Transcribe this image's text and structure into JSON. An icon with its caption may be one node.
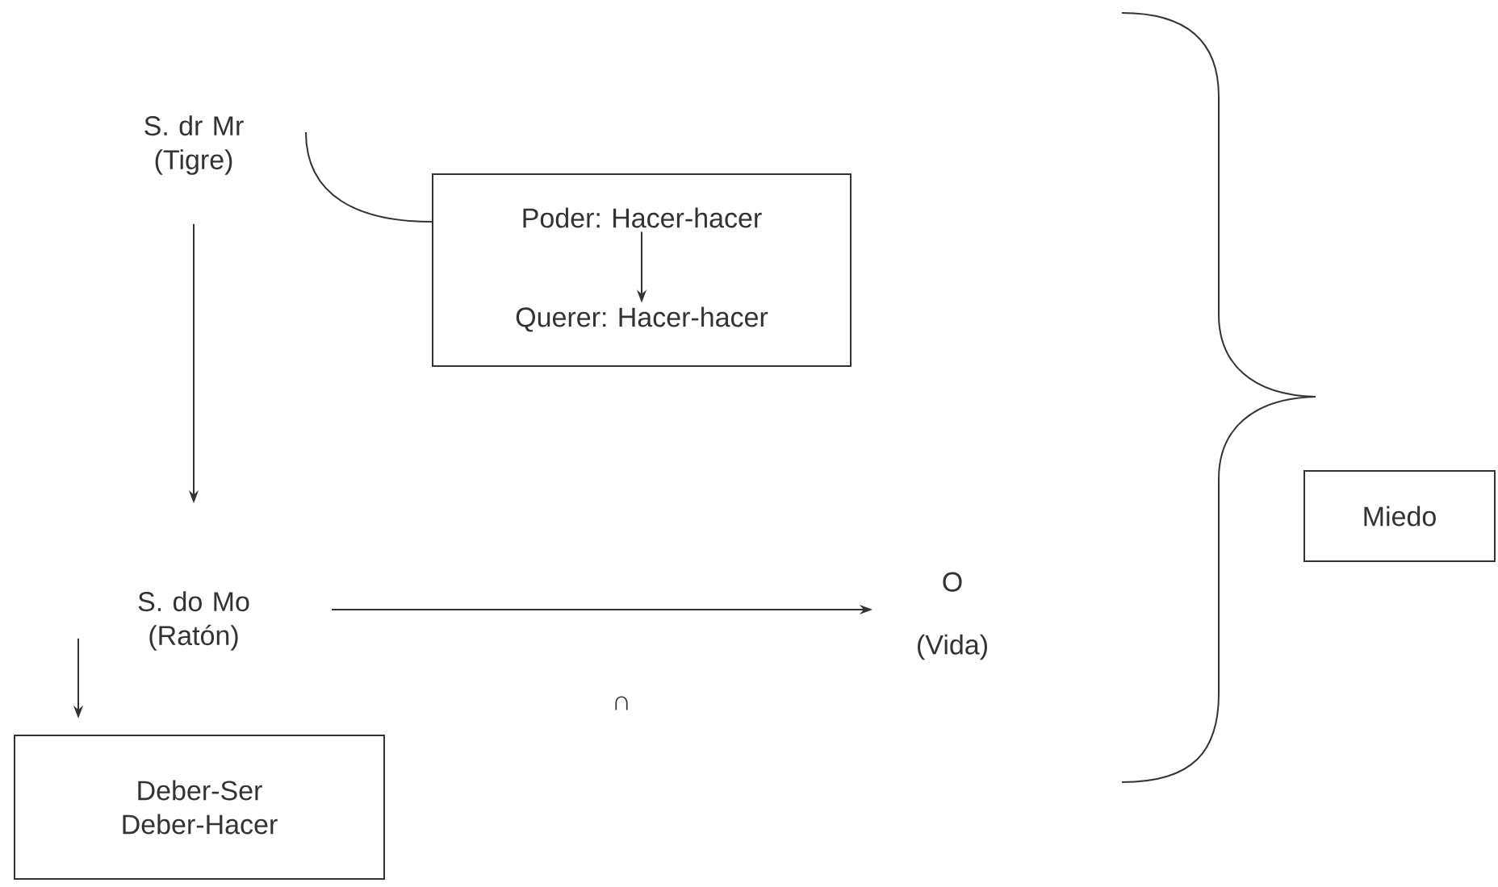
{
  "diagram": {
    "nodes": [
      {
        "text": [
          "S. dr Mr (Tigre)"
        ]
      },
      {
        "text": [],
        "shape": "box"
      },
      {
        "text": [
          "Poder: Hacer-hacer"
        ],
        "in": 1
      },
      {
        "text": [
          "Querer: Hacer-hacer"
        ],
        "in": 1
      },
      {
        "text": [
          "S. do Mo (Ratón)"
        ]
      },
      {
        "text": [
          "Deber-Ser Deber-Hacer"
        ]
      },
      {
        "text": [
          "O",
          "(Vida)"
        ]
      },
      {
        "text": [
          "Miedo"
        ]
      }
    ],
    "edges": [
      {
        "from": 0,
        "to": 1,
        "arrow": "none"
      },
      {
        "from": 2,
        "to": 3,
        "arrow": "to"
      },
      {
        "from": 0,
        "to": 4,
        "arrow": "to"
      },
      {
        "from": 4,
        "to": 5,
        "arrow": "to"
      },
      {
        "from": 4,
        "to": 6,
        "arrow": "to"
      }
    ],
    "labels": [
      "∩"
    ]
  }
}
